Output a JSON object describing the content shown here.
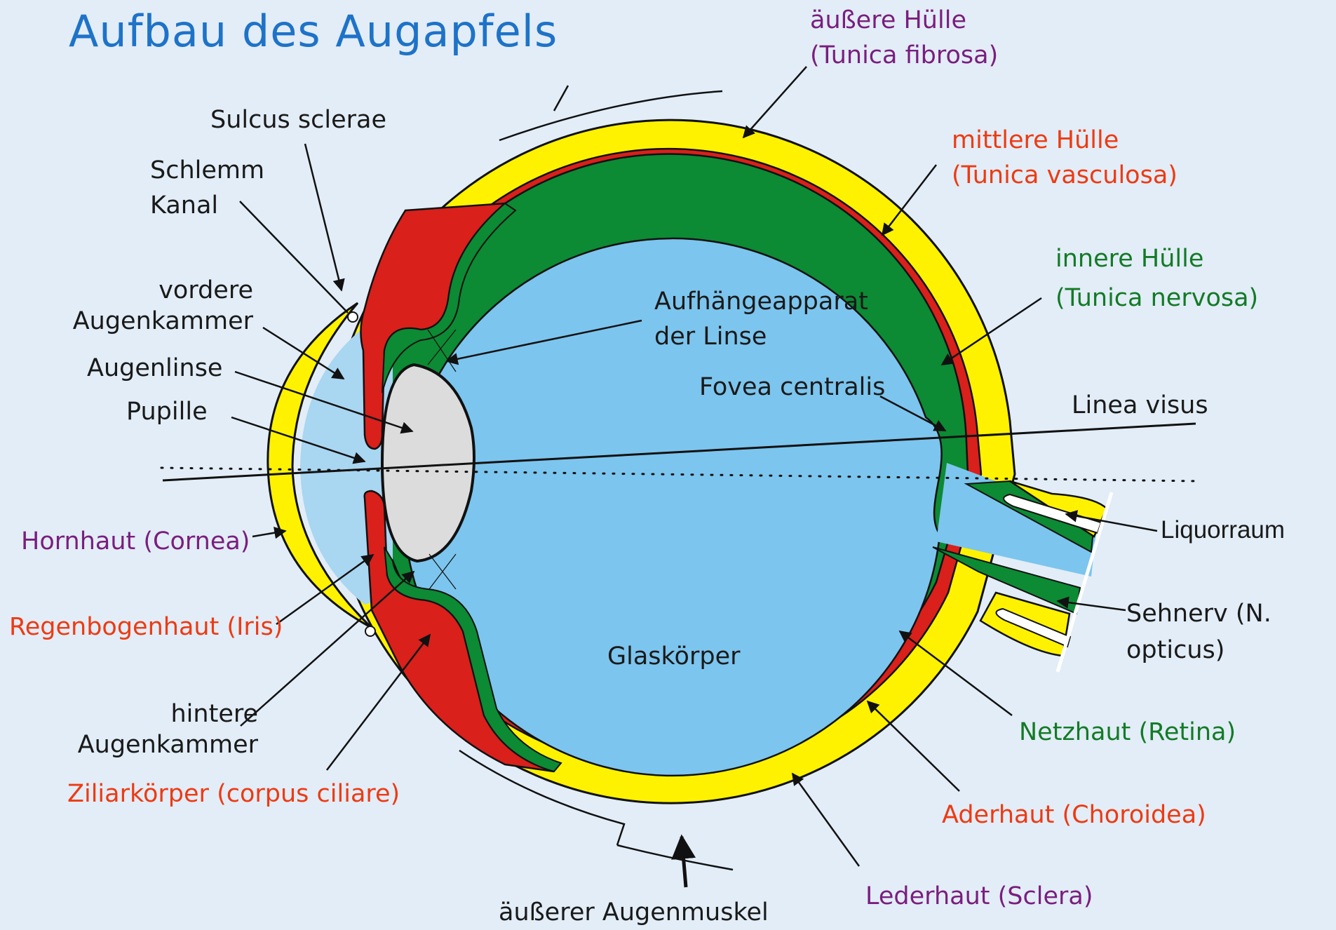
{
  "title": "Aufbau des Augapfels",
  "colors": {
    "background": "#e2edf7",
    "sclera": "#fff200",
    "choroid": "#d9201b",
    "retina": "#0c8a34",
    "vitreous": "#7cc5ee",
    "lens": "#dcdcdc",
    "title": "#1e73c8",
    "label_purple": "#7a1e7e",
    "label_red": "#ee3a12",
    "label_green": "#137a26"
  },
  "labels": {
    "tunica_fibrosa": [
      "äußere Hülle",
      "(Tunica fibrosa)"
    ],
    "tunica_vasculosa": [
      "mittlere Hülle",
      "(Tunica vasculosa)"
    ],
    "tunica_nervosa": [
      "innere Hülle",
      "(Tunica nervosa)"
    ],
    "sulcus_sclerae": "Sulcus sclerae",
    "schlemm_kanal": [
      "Schlemm",
      "Kanal"
    ],
    "vordere_augenkammer": [
      "vordere",
      "Augenkammer"
    ],
    "augenlinse": "Augenlinse",
    "pupille": "Pupille",
    "aufhaengeapparat": [
      "Aufhängeapparat",
      "der Linse"
    ],
    "fovea_centralis": "Fovea centralis",
    "linea_visus": "Linea visus",
    "liquorraum": "Liquorraum",
    "sehnerv": [
      "Sehnerv (N.",
      "opticus)"
    ],
    "hornhaut": "Hornhaut (Cornea)",
    "regenbogenhaut": "Regenbogenhaut (Iris)",
    "hintere_augenkammer": [
      "hintere",
      "Augenkammer"
    ],
    "ziliarkoerper": "Ziliarkörper (corpus ciliare)",
    "glaskoerper": "Glaskörper",
    "netzhaut": "Netzhaut (Retina)",
    "aderhaut": "Aderhaut (Choroidea)",
    "lederhaut": "Lederhaut (Sclera)",
    "augenmuskel": "äußerer Augenmuskel"
  }
}
